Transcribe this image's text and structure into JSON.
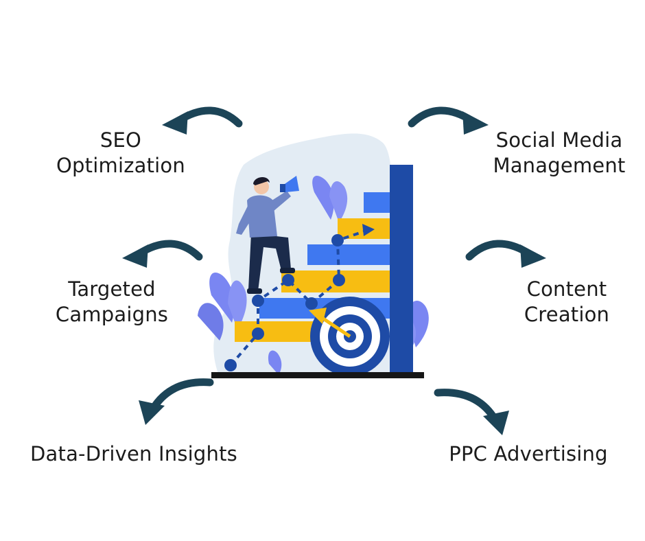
{
  "colors": {
    "arrow": "#1c4457",
    "text": "#1b1b1b",
    "blob": "#e3ecf4",
    "yellow": "#f7bd12",
    "blue": "#3f78f0",
    "navy": "#1e4ba6",
    "leaf": "#7a86f2",
    "ground": "#161616"
  },
  "services": [
    {
      "id": "seo",
      "lines": [
        "SEO",
        "Optimization"
      ],
      "arrow_icon": "curved-arrow-left-icon"
    },
    {
      "id": "social",
      "lines": [
        "Social Media",
        "Management"
      ],
      "arrow_icon": "curved-arrow-right-icon"
    },
    {
      "id": "targeted",
      "lines": [
        "Targeted",
        "Campaigns"
      ],
      "arrow_icon": "curved-arrow-left-icon"
    },
    {
      "id": "content",
      "lines": [
        "Content",
        "Creation"
      ],
      "arrow_icon": "curved-arrow-right-icon"
    },
    {
      "id": "data",
      "lines": [
        "Data-Driven Insights"
      ],
      "arrow_icon": "curved-arrow-down-left-icon"
    },
    {
      "id": "ppc",
      "lines": [
        "PPC Advertising"
      ],
      "arrow_icon": "curved-arrow-down-right-icon"
    }
  ],
  "illustration": {
    "subject": "marketer-with-megaphone-climbing-stairs",
    "target_icon": "bullseye-target-icon"
  }
}
